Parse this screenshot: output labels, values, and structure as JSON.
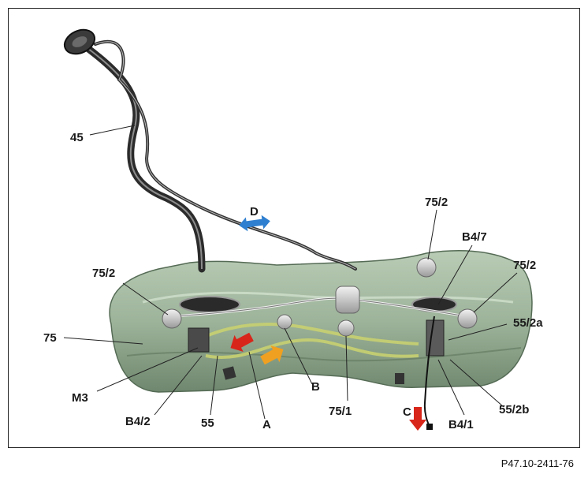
{
  "labels": {
    "l45": "45",
    "l75": "75",
    "lM3": "M3",
    "lB42": "B4/2",
    "l55": "55",
    "lA": "A",
    "lB": "B",
    "l751": "75/1",
    "lC": "C",
    "lB41": "B4/1",
    "l552b": "55/2b",
    "l552a": "55/2a",
    "l752L": "75/2",
    "l752T": "75/2",
    "l752R": "75/2",
    "lB47": "B4/7",
    "lD": "D"
  },
  "reference_code": "P47.10-2411-76",
  "colors": {
    "tank": "#9db39a",
    "tank_dark": "#6f876e",
    "pipe": "#2b2b2b",
    "arrow_red": "#d8261b",
    "arrow_orange": "#f0a020",
    "arrow_blue": "#2f7fd0",
    "leader": "#222222"
  }
}
